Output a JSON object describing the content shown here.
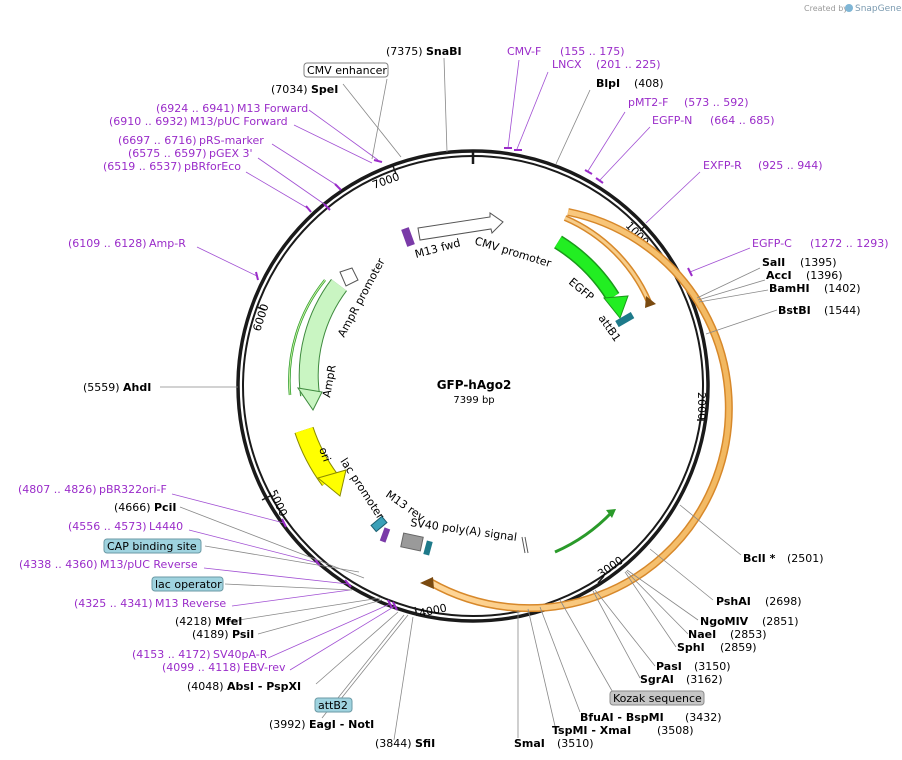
{
  "header": {
    "credit": "Created by",
    "brand": "SnapGene"
  },
  "plasmid": {
    "name": "GFP-hAgo2",
    "size_text": "7399 bp",
    "length": 7399
  },
  "ruler": [
    "1000",
    "2000",
    "3000",
    "4000",
    "5000",
    "6000",
    "7000"
  ],
  "enzymes": [
    {
      "id": "snabi",
      "name": "SnaBI",
      "pos": "(7375)"
    },
    {
      "id": "spei",
      "name": "SpeI",
      "pos": "(7034)"
    },
    {
      "id": "blpi",
      "name": "BlpI",
      "pos": "(408)"
    },
    {
      "id": "sali",
      "name": "SalI",
      "pos": "(1395)"
    },
    {
      "id": "acci",
      "name": "AccI",
      "pos": "(1396)"
    },
    {
      "id": "bamhi",
      "name": "BamHI",
      "pos": "(1402)"
    },
    {
      "id": "bstbi",
      "name": "BstBI",
      "pos": "(1544)"
    },
    {
      "id": "ahdi",
      "name": "AhdI",
      "pos": "(5559)"
    },
    {
      "id": "bcli",
      "name": "BclI *",
      "pos": "(2501)"
    },
    {
      "id": "pshai",
      "name": "PshAI",
      "pos": "(2698)"
    },
    {
      "id": "ngomiv",
      "name": "NgoMIV",
      "pos": "(2851)"
    },
    {
      "id": "naei",
      "name": "NaeI",
      "pos": "(2853)"
    },
    {
      "id": "sphi",
      "name": "SphI",
      "pos": "(2859)"
    },
    {
      "id": "pasi",
      "name": "PasI",
      "pos": "(3150)"
    },
    {
      "id": "sgrai",
      "name": "SgrAI",
      "pos": "(3162)"
    },
    {
      "id": "bfuai",
      "name": "BfuAI  -  BspMI",
      "pos": "(3432)"
    },
    {
      "id": "tspmi",
      "name": "TspMI  -  XmaI",
      "pos": "(3508)"
    },
    {
      "id": "smai",
      "name": "SmaI",
      "pos": "(3510)"
    },
    {
      "id": "sfii",
      "name": "SfiI",
      "pos": "(3844)"
    },
    {
      "id": "eagi",
      "name": "EagI  -  NotI",
      "pos": "(3992)"
    },
    {
      "id": "absi",
      "name": "AbsI  -  PspXI",
      "pos": "(4048)"
    },
    {
      "id": "psii",
      "name": "PsiI",
      "pos": "(4189)"
    },
    {
      "id": "mfei",
      "name": "MfeI",
      "pos": "(4218)"
    },
    {
      "id": "pcii",
      "name": "PciI",
      "pos": "(4666)"
    }
  ],
  "primers": [
    {
      "id": "cmvf",
      "name": "CMV-F",
      "range": "(155 .. 175)"
    },
    {
      "id": "lncx",
      "name": "LNCX",
      "range": "(201 .. 225)"
    },
    {
      "id": "pmt2f",
      "name": "pMT2-F",
      "range": "(573 .. 592)"
    },
    {
      "id": "egfpn",
      "name": "EGFP-N",
      "range": "(664 .. 685)"
    },
    {
      "id": "exfpr",
      "name": "EXFP-R",
      "range": "(925 .. 944)"
    },
    {
      "id": "egfpc",
      "name": "EGFP-C",
      "range": "(1272 .. 1293)"
    },
    {
      "id": "m13fwd",
      "name": "M13 Forward",
      "range": "(6924 .. 6941)"
    },
    {
      "id": "m13puc",
      "name": "M13/pUC Forward",
      "range": "(6910 .. 6932)"
    },
    {
      "id": "prsmarker",
      "name": "pRS-marker",
      "range": "(6697 .. 6716)"
    },
    {
      "id": "pgex3",
      "name": "pGEX 3'",
      "range": "(6575 .. 6597)"
    },
    {
      "id": "pbrforeco",
      "name": "pBRforEco",
      "range": "(6519 .. 6537)"
    },
    {
      "id": "ampr_p",
      "name": "Amp-R",
      "range": "(6109 .. 6128)"
    },
    {
      "id": "pbr322",
      "name": "pBR322ori-F",
      "range": "(4807 .. 4826)"
    },
    {
      "id": "l4440",
      "name": "L4440",
      "range": "(4556 .. 4573)"
    },
    {
      "id": "m13pucrev",
      "name": "M13/pUC Reverse",
      "range": "(4338 .. 4360)"
    },
    {
      "id": "m13rev",
      "name": "M13 Reverse",
      "range": "(4325 .. 4341)"
    },
    {
      "id": "sv40pa",
      "name": "SV40pA-R",
      "range": "(4153 .. 4172)"
    },
    {
      "id": "ebvrev",
      "name": "EBV-rev",
      "range": "(4099 .. 4118)"
    }
  ],
  "boxed_labels": {
    "cmv_enhancer": "CMV enhancer",
    "cap_site": "CAP binding site",
    "lac_operator": "lac operator",
    "attb2": "attB2",
    "kozak": "Kozak sequence"
  },
  "features": {
    "m13_fwd": "M13 fwd",
    "cmv_promoter": "CMV promoter",
    "egfp": "EGFP",
    "attb1": "attB1",
    "ampr_promoter": "AmpR promoter",
    "ampr": "AmpR",
    "ori": "ori",
    "lac_promoter": "lac promoter",
    "m13_rev": "M13 rev",
    "sv40_polya": "SV40 poly(A) signal"
  },
  "colors": {
    "backbone": "#1a1a1a",
    "primer": "#9a2cc9",
    "egfp": "#20e020",
    "ampr": "#c9f5c2",
    "ori": "#ffff00",
    "insert": "#f0c070",
    "box_teal": "#9fd3df"
  }
}
